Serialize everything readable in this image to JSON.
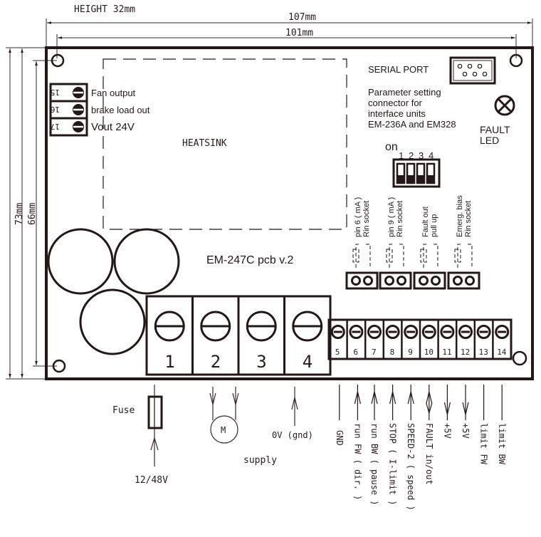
{
  "dimensions": {
    "height_label": "HEIGHT 32mm",
    "width_outer": "107mm",
    "width_inner": "101mm",
    "height_outer": "73mm",
    "height_inner": "66mm"
  },
  "board": {
    "title": "EM-247C pcb v.2",
    "heatsink_label": "HEATSINK",
    "serial_port_label": "SERIAL PORT",
    "serial_port_desc": [
      "Parameter setting",
      "connector for",
      "interface units",
      "EM-236A and EM328"
    ],
    "fault_led_label": [
      "FAULT",
      "LED"
    ],
    "dip_switch": {
      "on_label": "on",
      "numbers": [
        "1",
        "2",
        "3",
        "4"
      ]
    },
    "jumpers": [
      {
        "line1": "pin 6 ( mA )",
        "line2": "Rin socket"
      },
      {
        "line1": "pin 9 ( mA )",
        "line2": "Rin socket"
      },
      {
        "line1": "Fault out",
        "line2": "pull up"
      },
      {
        "line1": "Emerg. bias",
        "line2": "Rin socket"
      }
    ],
    "side_terminals": [
      {
        "number": "15",
        "label": "Fan output"
      },
      {
        "number": "16",
        "label": "brake load out"
      },
      {
        "number": "17",
        "label": "Vout 24V"
      }
    ],
    "power_terminals": [
      "1",
      "2",
      "3",
      "4"
    ],
    "signal_terminals": [
      "5",
      "6",
      "7",
      "8",
      "9",
      "10",
      "11",
      "12",
      "13",
      "14"
    ]
  },
  "wiring": {
    "fuse_label": "Fuse",
    "supply_voltage": "12/48V",
    "motor_label": "M",
    "ground_label": "0V (gnd)",
    "supply_label": "supply",
    "signals": [
      {
        "pin": "5",
        "label": "GND"
      },
      {
        "pin": "6",
        "label": "run FW ( dir. )"
      },
      {
        "pin": "7",
        "label": "run BW ( pause )"
      },
      {
        "pin": "8",
        "label": "STOP ( I-limit )"
      },
      {
        "pin": "9",
        "label": "SPEED-2 ( speed )"
      },
      {
        "pin": "10",
        "label": "FAULT in/out"
      },
      {
        "pin": "11",
        "label": "+5V"
      },
      {
        "pin": "12",
        "label": "+5V"
      },
      {
        "pin": "13",
        "label": "limit FW"
      },
      {
        "pin": "14",
        "label": "limit BW"
      }
    ]
  }
}
